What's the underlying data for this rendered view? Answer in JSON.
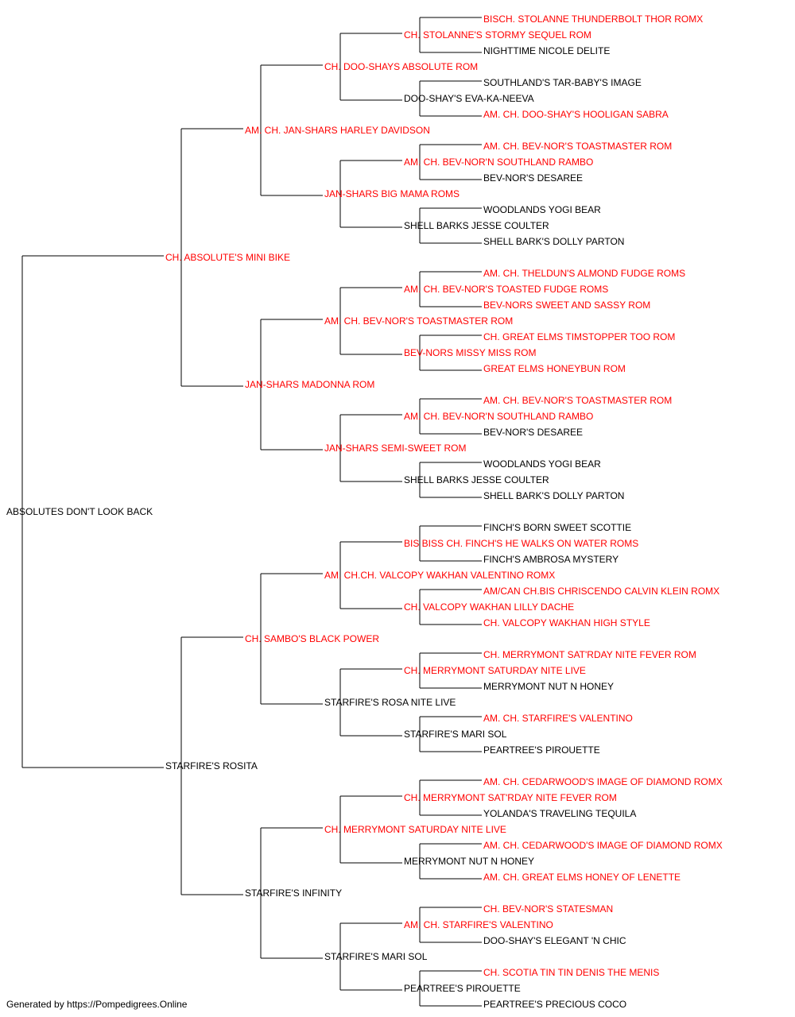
{
  "pedigree": {
    "subject": {
      "name": "ABSOLUTES DON'T LOOK BACK",
      "titled": false
    },
    "parents": [
      {
        "name": "CH. ABSOLUTE'S MINI BIKE",
        "titled": true
      },
      {
        "name": "STARFIRE'S ROSITA",
        "titled": false
      }
    ],
    "grandparents": [
      {
        "name": "AM. CH. JAN-SHARS HARLEY DAVIDSON",
        "titled": true
      },
      {
        "name": "JAN-SHARS MADONNA ROM",
        "titled": true
      },
      {
        "name": "CH. SAMBO'S BLACK POWER",
        "titled": true
      },
      {
        "name": "STARFIRE'S INFINITY",
        "titled": false
      }
    ],
    "great_grandparents": [
      {
        "name": "CH. DOO-SHAYS ABSOLUTE ROM",
        "titled": true
      },
      {
        "name": "JAN-SHARS BIG MAMA ROMS",
        "titled": true
      },
      {
        "name": "AM. CH. BEV-NOR'S TOASTMASTER ROM",
        "titled": true
      },
      {
        "name": "JAN-SHARS SEMI-SWEET ROM",
        "titled": true
      },
      {
        "name": "AM. CH.CH. VALCOPY WAKHAN VALENTINO ROMX",
        "titled": true
      },
      {
        "name": "STARFIRE'S ROSA NITE LIVE",
        "titled": false
      },
      {
        "name": "CH. MERRYMONT SATURDAY NITE LIVE",
        "titled": true
      },
      {
        "name": "STARFIRE'S MARI SOL",
        "titled": false
      }
    ],
    "gen4": [
      {
        "name": "CH. STOLANNE'S STORMY SEQUEL ROM",
        "titled": true
      },
      {
        "name": "DOO-SHAY'S EVA-KA-NEEVA",
        "titled": false
      },
      {
        "name": "AM. CH. BEV-NOR'N SOUTHLAND RAMBO",
        "titled": true
      },
      {
        "name": "SHELL BARKS JESSE COULTER",
        "titled": false
      },
      {
        "name": "AM. CH. BEV-NOR'S TOASTED FUDGE ROMS",
        "titled": true
      },
      {
        "name": "BEV-NORS MISSY MISS ROM",
        "titled": true
      },
      {
        "name": "AM. CH. BEV-NOR'N SOUTHLAND RAMBO",
        "titled": true
      },
      {
        "name": "SHELL BARKS JESSE COULTER",
        "titled": false
      },
      {
        "name": "BIS BISS CH. FINCH'S HE WALKS ON WATER ROMS",
        "titled": true
      },
      {
        "name": "CH. VALCOPY WAKHAN LILLY DACHE",
        "titled": true
      },
      {
        "name": "CH. MERRYMONT SATURDAY NITE LIVE",
        "titled": true
      },
      {
        "name": "STARFIRE'S MARI SOL",
        "titled": false
      },
      {
        "name": "CH. MERRYMONT SAT'RDAY NITE FEVER ROM",
        "titled": true
      },
      {
        "name": "MERRYMONT NUT N HONEY",
        "titled": false
      },
      {
        "name": "AM. CH. STARFIRE'S VALENTINO",
        "titled": true
      },
      {
        "name": "PEARTREE'S PIROUETTE",
        "titled": false
      }
    ],
    "gen5": [
      {
        "name": "BISCH. STOLANNE THUNDERBOLT THOR ROMX",
        "titled": true
      },
      {
        "name": "NIGHTTIME NICOLE DELITE",
        "titled": false
      },
      {
        "name": "SOUTHLAND'S TAR-BABY'S IMAGE",
        "titled": false
      },
      {
        "name": "AM. CH. DOO-SHAY'S HOOLIGAN SABRA",
        "titled": true
      },
      {
        "name": "AM. CH. BEV-NOR'S TOASTMASTER ROM",
        "titled": true
      },
      {
        "name": "BEV-NOR'S DESAREE",
        "titled": false
      },
      {
        "name": "WOODLANDS YOGI BEAR",
        "titled": false
      },
      {
        "name": "SHELL BARK'S DOLLY PARTON",
        "titled": false
      },
      {
        "name": "AM. CH. THELDUN'S ALMOND FUDGE ROMS",
        "titled": true
      },
      {
        "name": "BEV-NORS SWEET AND SASSY ROM",
        "titled": true
      },
      {
        "name": "CH. GREAT ELMS TIMSTOPPER TOO ROM",
        "titled": true
      },
      {
        "name": "GREAT ELMS HONEYBUN ROM",
        "titled": true
      },
      {
        "name": "AM. CH. BEV-NOR'S TOASTMASTER ROM",
        "titled": true
      },
      {
        "name": "BEV-NOR'S DESAREE",
        "titled": false
      },
      {
        "name": "WOODLANDS YOGI BEAR",
        "titled": false
      },
      {
        "name": "SHELL BARK'S DOLLY PARTON",
        "titled": false
      },
      {
        "name": "FINCH'S BORN SWEET SCOTTIE",
        "titled": false
      },
      {
        "name": "FINCH'S AMBROSA MYSTERY",
        "titled": false
      },
      {
        "name": "AM/CAN CH.BIS CHRISCENDO CALVIN KLEIN ROMX",
        "titled": true
      },
      {
        "name": "CH. VALCOPY WAKHAN HIGH STYLE",
        "titled": true
      },
      {
        "name": "CH. MERRYMONT SAT'RDAY NITE FEVER ROM",
        "titled": true
      },
      {
        "name": "MERRYMONT NUT N HONEY",
        "titled": false
      },
      {
        "name": "AM. CH. STARFIRE'S VALENTINO",
        "titled": true
      },
      {
        "name": "PEARTREE'S PIROUETTE",
        "titled": false
      },
      {
        "name": "AM. CH. CEDARWOOD'S IMAGE OF DIAMOND ROMX",
        "titled": true
      },
      {
        "name": "YOLANDA'S TRAVELING TEQUILA",
        "titled": false
      },
      {
        "name": "AM. CH. CEDARWOOD'S IMAGE OF DIAMOND ROMX",
        "titled": true
      },
      {
        "name": "AM. CH. GREAT ELMS HONEY OF LENETTE",
        "titled": true
      },
      {
        "name": "CH. BEV-NOR'S STATESMAN",
        "titled": true
      },
      {
        "name": "DOO-SHAY'S ELEGANT 'N CHIC",
        "titled": false
      },
      {
        "name": "CH. SCOTIA TIN TIN DENIS THE MENIS",
        "titled": true
      },
      {
        "name": "PEARTREE'S PRECIOUS COCO",
        "titled": false
      }
    ]
  },
  "colors": {
    "titled": "#ff0000",
    "untitled": "#000000",
    "line": "#000000"
  },
  "footer": {
    "text": "Generated by https://Pompedigrees.Online"
  }
}
